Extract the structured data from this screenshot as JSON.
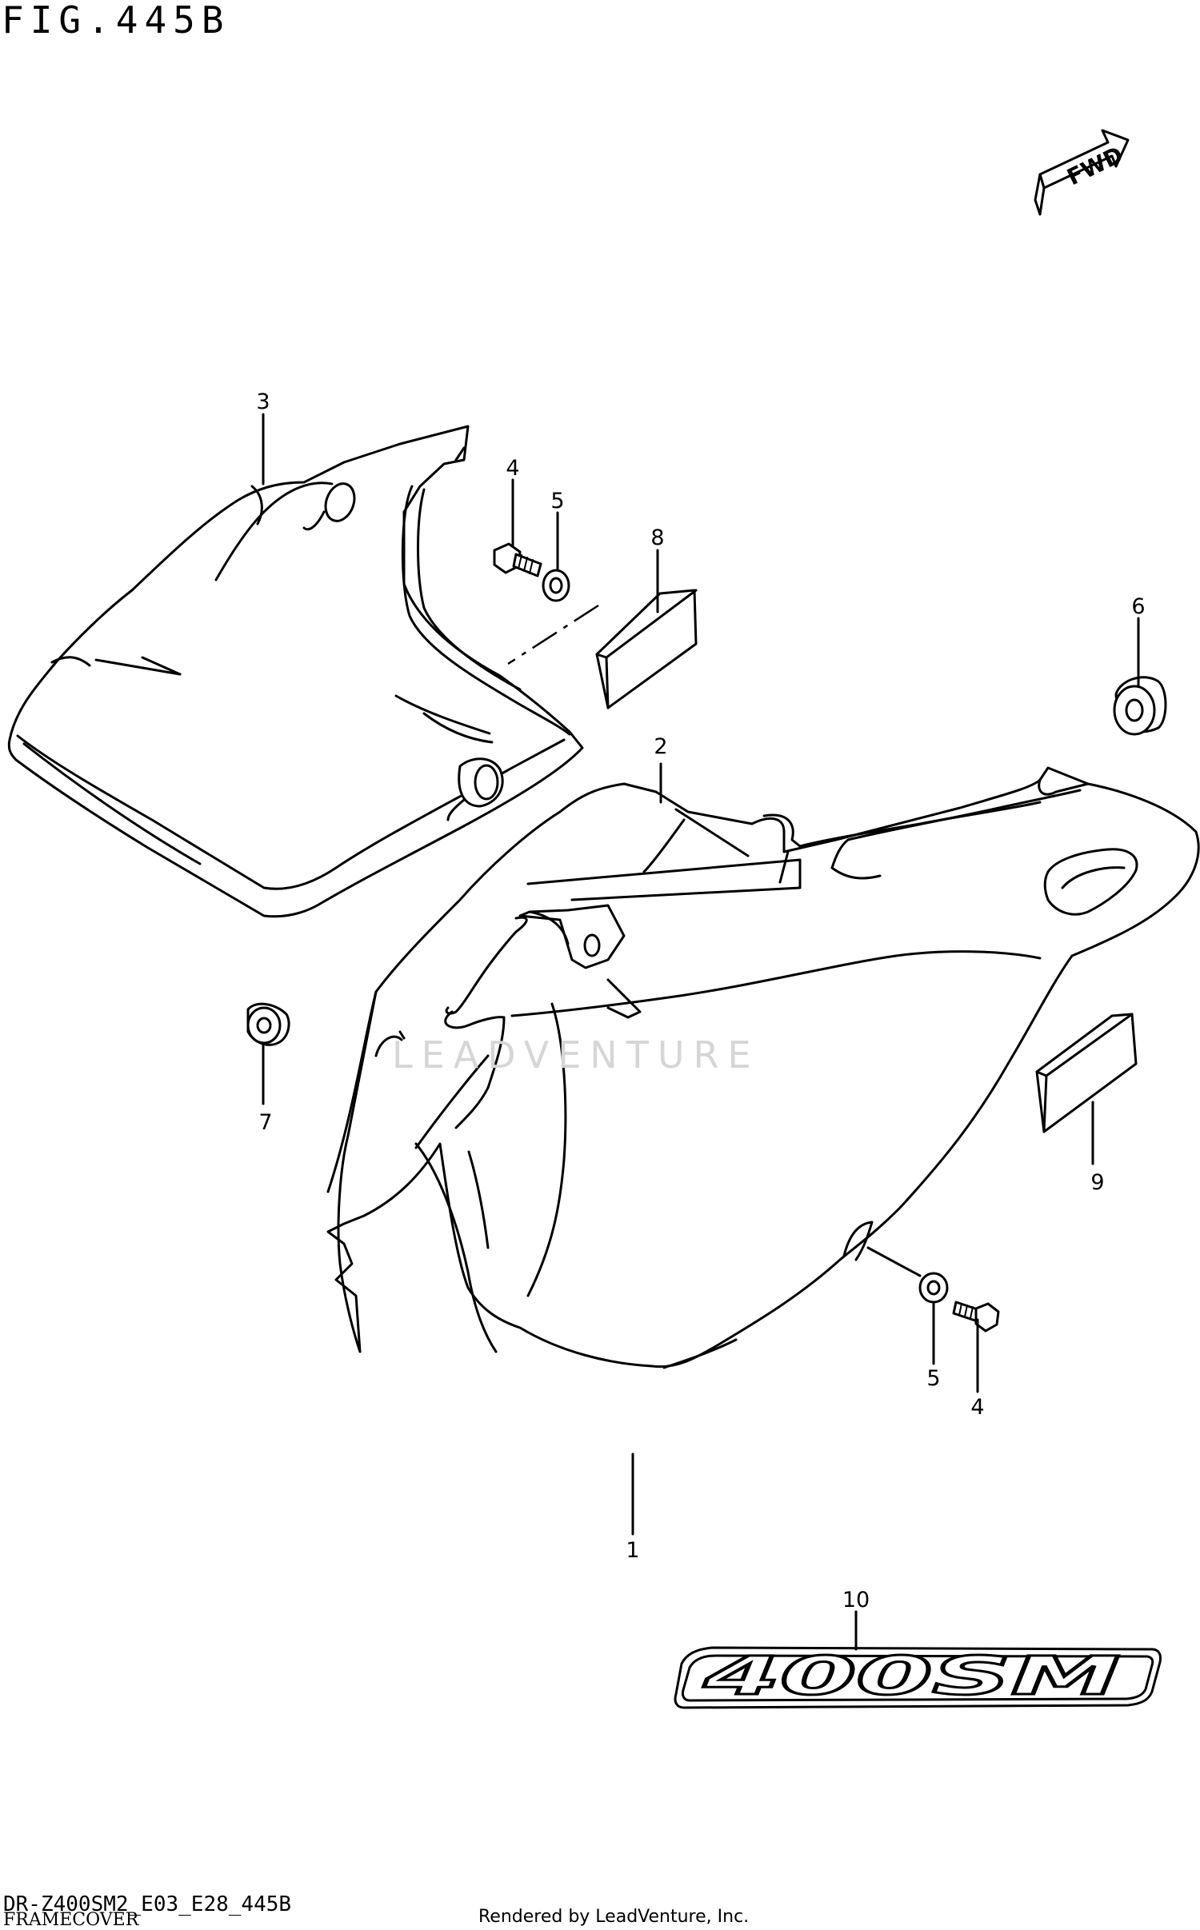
{
  "figure": {
    "title": "FIG.445B",
    "model_code": "DR-Z400SM2_E03_E28_445B",
    "section_name": "FRAMECOVER",
    "rendered_by": "Rendered by LeadVenture, Inc.",
    "watermark": "LEADVENTURE",
    "direction_badge": "FWD",
    "emblem_text": "400SM"
  },
  "callouts": [
    {
      "id": "c1",
      "label": "1",
      "part": "frame cover (right)"
    },
    {
      "id": "c2",
      "label": "2",
      "part": "frame cover (right, upper)"
    },
    {
      "id": "c3",
      "label": "3",
      "part": "frame cover (left)"
    },
    {
      "id": "c4a",
      "label": "4",
      "part": "bolt"
    },
    {
      "id": "c5a",
      "label": "5",
      "part": "washer"
    },
    {
      "id": "c8",
      "label": "8",
      "part": "pad"
    },
    {
      "id": "c6",
      "label": "6",
      "part": "grommet"
    },
    {
      "id": "c7",
      "label": "7",
      "part": "grommet"
    },
    {
      "id": "c9",
      "label": "9",
      "part": "pad"
    },
    {
      "id": "c5b",
      "label": "5",
      "part": "washer"
    },
    {
      "id": "c4b",
      "label": "4",
      "part": "bolt"
    },
    {
      "id": "c10",
      "label": "10",
      "part": "emblem"
    }
  ],
  "colors": {
    "line": "#000000",
    "background": "#ffffff",
    "watermark": "#d6d6d6"
  }
}
